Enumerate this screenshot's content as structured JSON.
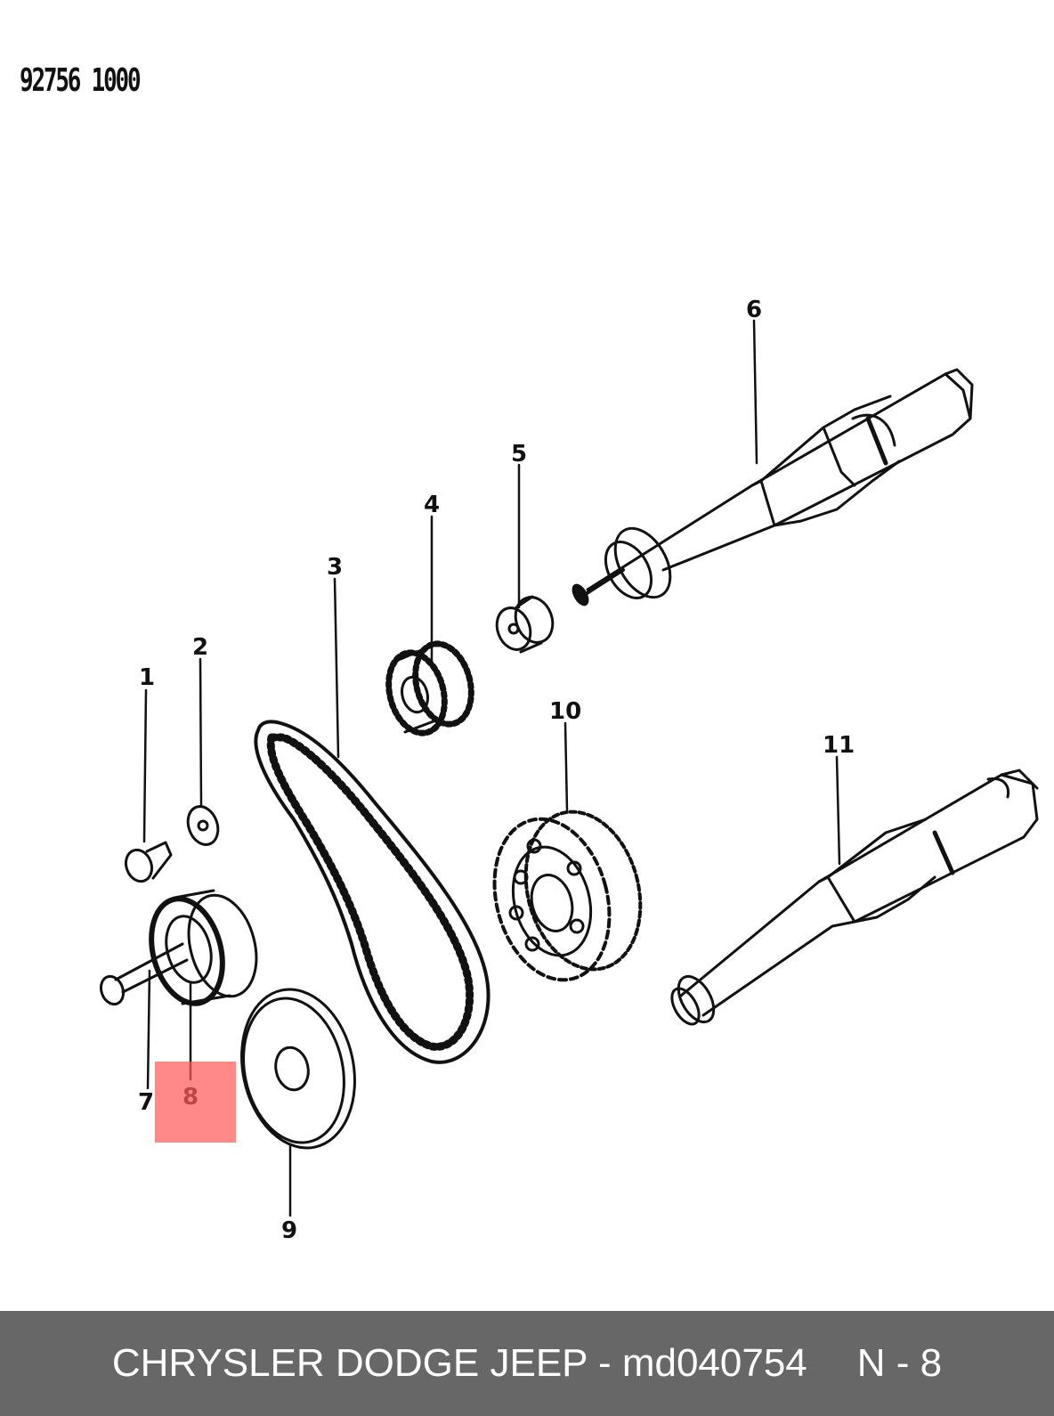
{
  "diagram": {
    "code": "92756 1000",
    "callouts": [
      "1",
      "2",
      "3",
      "4",
      "5",
      "6",
      "7",
      "8",
      "9",
      "10",
      "11"
    ],
    "highlighted_callout": "8"
  },
  "footer": {
    "brand_part": "CHRYSLER DODGE JEEP - md040754",
    "page": "N - 8"
  }
}
